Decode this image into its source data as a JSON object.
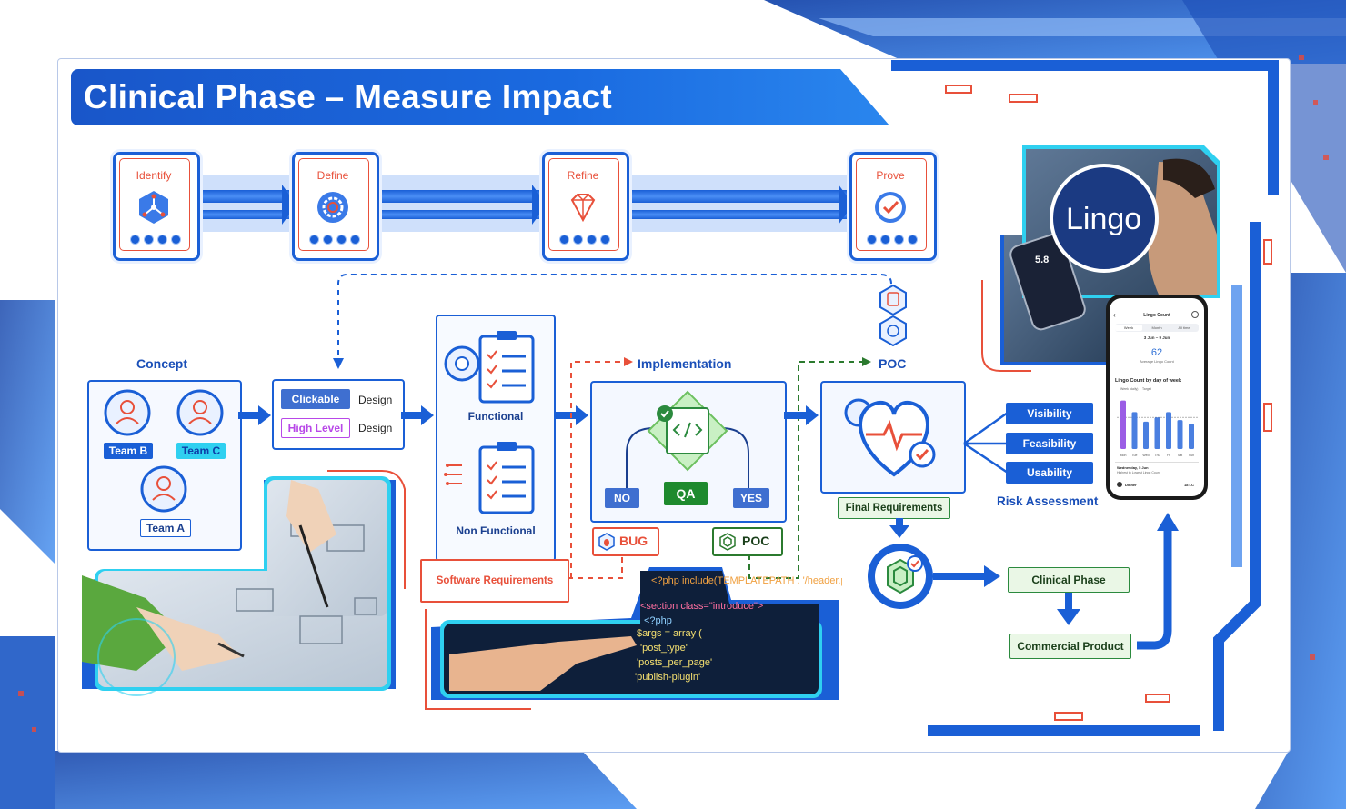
{
  "title": "Clinical Phase – Measure Impact",
  "colors": {
    "primary": "#1a5fd6",
    "accent_red": "#e8503a",
    "green": "#2b8a3e",
    "light_blue": "#e9f1ff"
  },
  "stages": [
    {
      "label": "Identify",
      "icon": "network-hexagon-icon"
    },
    {
      "label": "Define",
      "icon": "gear-icon"
    },
    {
      "label": "Refine",
      "icon": "diamond-icon"
    },
    {
      "label": "Prove",
      "icon": "checkmark-icon"
    }
  ],
  "concept": {
    "label": "Concept",
    "teams": [
      "Team B",
      "Team C",
      "Team A"
    ]
  },
  "design": {
    "clickable": "Clickable",
    "high_level": "High Level",
    "design_word": "Design"
  },
  "requirements": {
    "functional": "Functional",
    "non_functional": "Non Functional",
    "software": "Software Requirements"
  },
  "implementation": {
    "label": "Implementation",
    "qa": "QA",
    "no": "NO",
    "yes": "YES",
    "bug": "BUG",
    "poc": "POC"
  },
  "poc": {
    "label": "POC",
    "final_requirements": "Final Requirements"
  },
  "risk": {
    "items": [
      "Visibility",
      "Feasibility",
      "Usability"
    ],
    "label": "Risk Assessment"
  },
  "outcome": {
    "clinical_phase": "Clinical Phase",
    "commercial_product": "Commercial Product"
  },
  "lingo": {
    "logo": "Lingo",
    "phone_title": "Lingo Count",
    "tabs": [
      "Week",
      "Month",
      "All time"
    ],
    "date_range": "3 Jun – 9 Jun",
    "average_value": "62",
    "average_label": "Average Lingo Count",
    "chart_title": "Lingo Count by day of week",
    "legend": [
      "Week (daily)",
      "Target"
    ],
    "days": [
      "Mon",
      "Tue",
      "Wed",
      "Thu",
      "Fri",
      "Sat",
      "Sun"
    ],
    "bar_values": [
      0.92,
      0.7,
      0.52,
      0.6,
      0.7,
      0.55,
      0.48
    ],
    "footer_date": "Wednesday, 5 Jun",
    "footer_text": "Highest to Lowest Lingo Count",
    "footer_item": "Dinner",
    "footer_value": "18 LC",
    "watch_value": "5.8"
  }
}
